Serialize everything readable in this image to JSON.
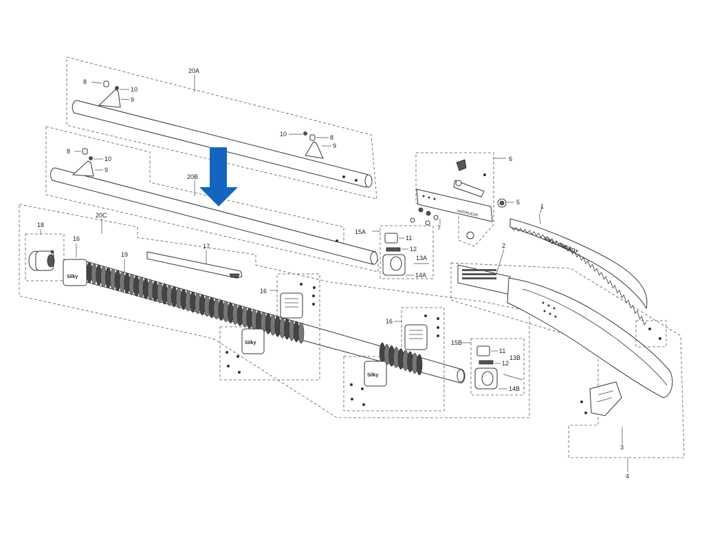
{
  "labels": {
    "l20a": "20A",
    "l20b": "20B",
    "l20c": "20C",
    "l8a": "8",
    "l10a": "10",
    "l9a": "9",
    "l10b": "10",
    "l8b": "8",
    "l9b": "9",
    "l8c": "8",
    "l10c": "10",
    "l9c": "9",
    "l18": "18",
    "l16a": "16",
    "l19": "19",
    "l17": "17",
    "l16b": "16",
    "l16c": "16",
    "l15a": "15A",
    "l11a": "11",
    "l12a": "12",
    "l13a": "13A",
    "l14a": "14A",
    "l15b": "15B",
    "l11b": "11",
    "l12b": "12",
    "l13b": "13B",
    "l14b": "14B",
    "l6": "6",
    "l5": "5",
    "l7": "7",
    "l1": "1",
    "l2": "2",
    "l3": "3",
    "l4": "4"
  },
  "brand_text": "Silky",
  "blade_text": "Silky  LONGBOY",
  "plate_text": "HAYAUCHI",
  "colors": {
    "arrow": "#1565c0",
    "line": "#333333",
    "dash": "#555555"
  }
}
